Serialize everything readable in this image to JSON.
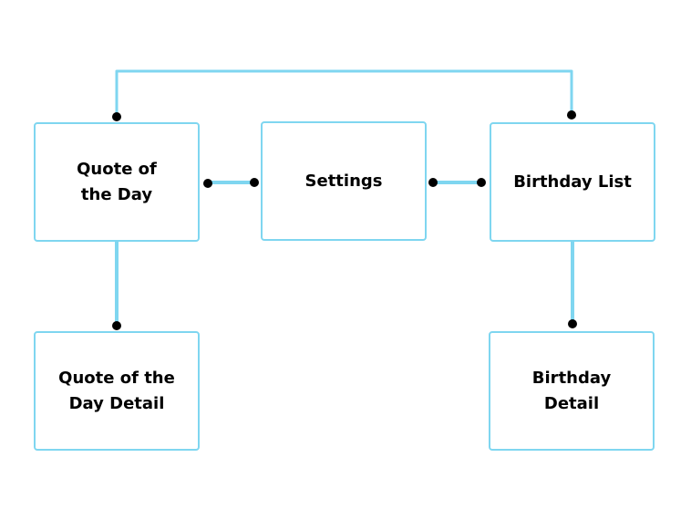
{
  "diagram": {
    "nodes": [
      {
        "id": "quote-of-the-day",
        "label": "Quote of\nthe Day"
      },
      {
        "id": "settings",
        "label": "Settings"
      },
      {
        "id": "birthday-list",
        "label": "Birthday List"
      },
      {
        "id": "quote-detail",
        "label": "Quote of the\nDay Detail"
      },
      {
        "id": "birthday-detail",
        "label": "Birthday\nDetail"
      }
    ],
    "edges": [
      {
        "from": "quote-of-the-day",
        "to": "birthday-list"
      },
      {
        "from": "quote-of-the-day",
        "to": "settings"
      },
      {
        "from": "settings",
        "to": "birthday-list"
      },
      {
        "from": "quote-of-the-day",
        "to": "quote-detail"
      },
      {
        "from": "birthday-list",
        "to": "birthday-detail"
      }
    ],
    "colors": {
      "line": "#7fd6f0",
      "box_border": "#7fd6f0",
      "dot": "#000000"
    }
  }
}
